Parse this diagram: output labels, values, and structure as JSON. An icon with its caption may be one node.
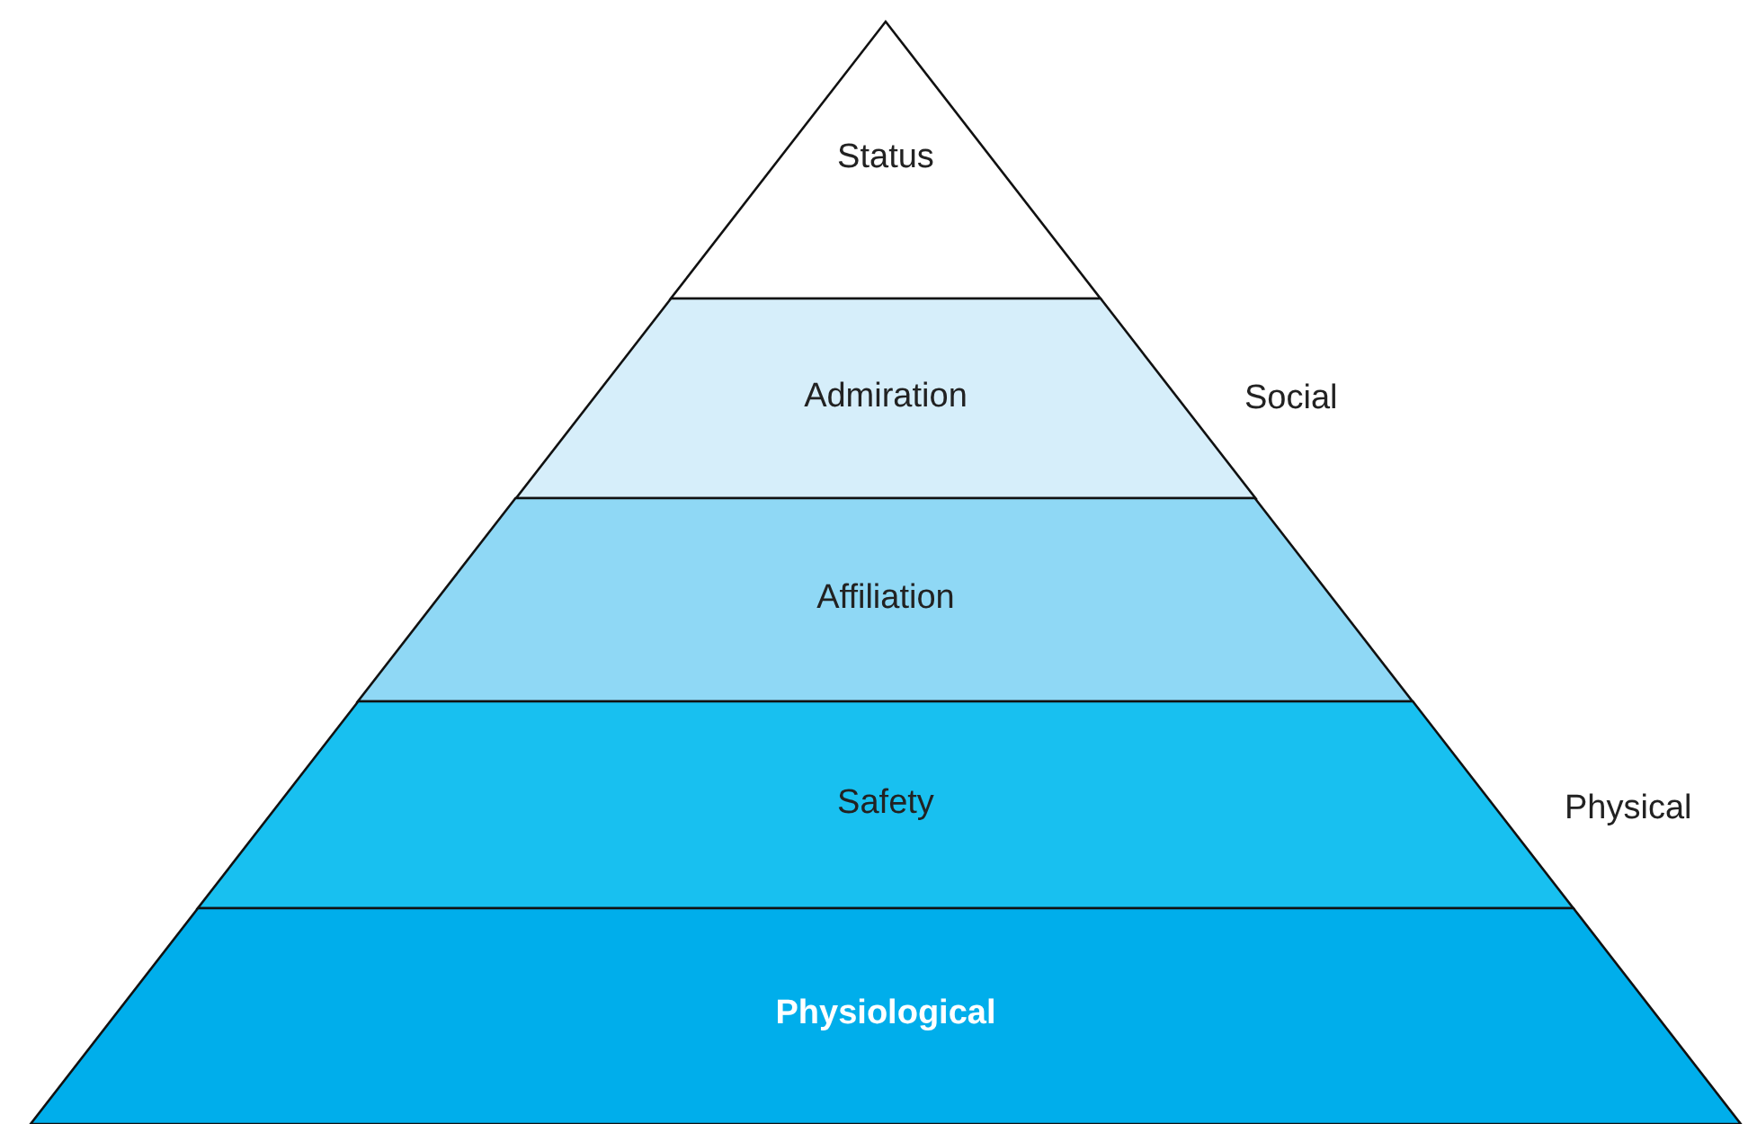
{
  "diagram": {
    "nodes": [
      {
        "text": [
          "Status"
        ]
      },
      {
        "text": [
          "Admiration"
        ]
      },
      {
        "text": [
          "Affiliation"
        ]
      },
      {
        "text": [
          "Safety"
        ]
      },
      {
        "text": [
          "Physiological"
        ]
      }
    ],
    "labels": [
      "Social",
      "Physical"
    ]
  }
}
